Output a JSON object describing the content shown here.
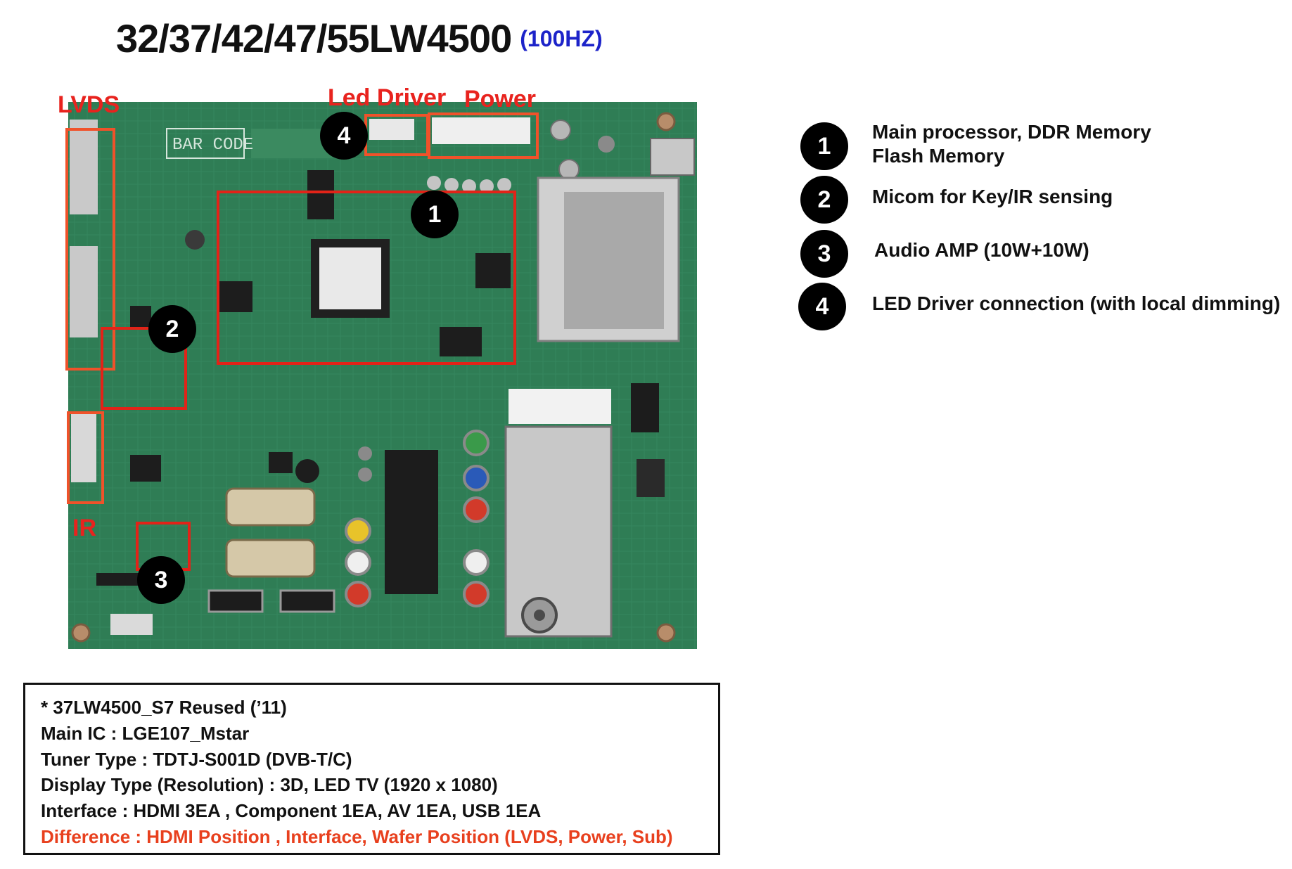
{
  "title": {
    "model": "32/37/42/47/55LW4500",
    "freq": "(100HZ)"
  },
  "board_labels": {
    "lvds": "LVDS",
    "led_driver": "Led Driver",
    "power": "Power",
    "ir": "IR"
  },
  "board_texts": {
    "bar_code": "BAR CODE"
  },
  "badges": [
    "1",
    "2",
    "3",
    "4"
  ],
  "legend": [
    {
      "num": "1",
      "lines": [
        "Main processor, DDR Memory",
        "Flash Memory"
      ]
    },
    {
      "num": "2",
      "lines": [
        "Micom for Key/IR sensing"
      ]
    },
    {
      "num": "3",
      "lines": [
        "Audio AMP (10W+10W)"
      ]
    },
    {
      "num": "4",
      "lines": [
        "LED Driver connection (with local dimming)"
      ]
    }
  ],
  "info": {
    "lines": [
      "* 37LW4500_S7 Reused (’11)",
      "Main IC : LGE107_Mstar",
      "Tuner Type : TDTJ-S001D (DVB-T/C)",
      "Display Type (Resolution) : 3D, LED TV (1920 x 1080)",
      "Interface : HDMI 3EA , Component 1EA, AV 1EA, USB 1EA"
    ],
    "difference": "Difference : HDMI Position , Interface,  Wafer Position (LVDS, Power, Sub)"
  },
  "colors": {
    "highlight_orange": "#f0522a",
    "highlight_red": "#e22318",
    "label_red": "#e8231e",
    "freq_blue": "#1c23c9",
    "board_green": "#2f7d55"
  }
}
